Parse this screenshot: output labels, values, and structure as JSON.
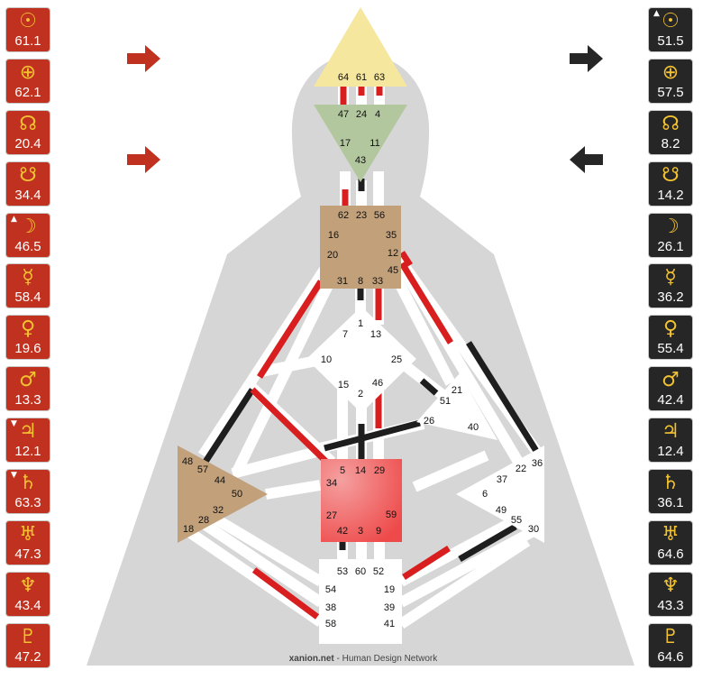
{
  "planets": [
    {
      "name": "sun",
      "symbol": "☉",
      "design": "61.1",
      "personality": "51.5",
      "design_mark": "",
      "personality_mark": "▲"
    },
    {
      "name": "earth",
      "symbol": "⊕",
      "design": "62.1",
      "personality": "57.5",
      "design_mark": "",
      "personality_mark": ""
    },
    {
      "name": "north-node",
      "symbol": "☊",
      "design": "20.4",
      "personality": "8.2",
      "design_mark": "",
      "personality_mark": ""
    },
    {
      "name": "south-node",
      "symbol": "☋",
      "design": "34.4",
      "personality": "14.2",
      "design_mark": "",
      "personality_mark": ""
    },
    {
      "name": "moon",
      "symbol": "☽",
      "design": "46.5",
      "personality": "26.1",
      "design_mark": "▲",
      "personality_mark": ""
    },
    {
      "name": "mercury",
      "symbol": "☿",
      "design": "58.4",
      "personality": "36.2",
      "design_mark": "",
      "personality_mark": ""
    },
    {
      "name": "venus",
      "symbol": "♀",
      "design": "19.6",
      "personality": "55.4",
      "design_mark": "",
      "personality_mark": ""
    },
    {
      "name": "mars",
      "symbol": "♂",
      "design": "13.3",
      "personality": "42.4",
      "design_mark": "",
      "personality_mark": ""
    },
    {
      "name": "jupiter",
      "symbol": "♃",
      "design": "12.1",
      "personality": "12.4",
      "design_mark": "▼",
      "personality_mark": ""
    },
    {
      "name": "saturn",
      "symbol": "♄",
      "design": "63.3",
      "personality": "36.1",
      "design_mark": "▼",
      "personality_mark": ""
    },
    {
      "name": "uranus",
      "symbol": "♅",
      "design": "47.3",
      "personality": "64.6",
      "design_mark": "",
      "personality_mark": ""
    },
    {
      "name": "neptune",
      "symbol": "♆",
      "design": "43.4",
      "personality": "43.3",
      "design_mark": "",
      "personality_mark": ""
    },
    {
      "name": "pluto",
      "symbol": "♇",
      "design": "47.2",
      "personality": "64.6",
      "design_mark": "",
      "personality_mark": ""
    }
  ],
  "colors": {
    "design": "#c0321f",
    "personality": "#262626",
    "symbol": "#f2c230",
    "silhouette": "#d6d6d6",
    "head_center": "#f5e79e",
    "ajna_center": "#b3c79f",
    "g_throat_center": "#c1a07a",
    "sacral_center": "#ee4a4a",
    "undefined_center": "#ffffff"
  },
  "gates": {
    "head": [
      "64",
      "61",
      "63"
    ],
    "ajna": [
      "47",
      "24",
      "4",
      "17",
      "11",
      "43"
    ],
    "throat": [
      "62",
      "23",
      "56",
      "16",
      "35",
      "20",
      "12",
      "45",
      "31",
      "8",
      "33"
    ],
    "g": [
      "1",
      "7",
      "13",
      "10",
      "25",
      "15",
      "2",
      "46"
    ],
    "heart": [
      "21",
      "51",
      "26",
      "40"
    ],
    "spleen": [
      "48",
      "57",
      "44",
      "50",
      "32",
      "28",
      "18"
    ],
    "sacral": [
      "5",
      "14",
      "29",
      "34",
      "27",
      "59",
      "42",
      "3",
      "9"
    ],
    "solar_plexus": [
      "36",
      "22",
      "37",
      "6",
      "49",
      "55",
      "30"
    ],
    "root": [
      "53",
      "60",
      "52",
      "54",
      "19",
      "38",
      "39",
      "58",
      "41"
    ]
  },
  "credit": {
    "bold": "xanion.net",
    "rest": " - Human Design Network"
  }
}
